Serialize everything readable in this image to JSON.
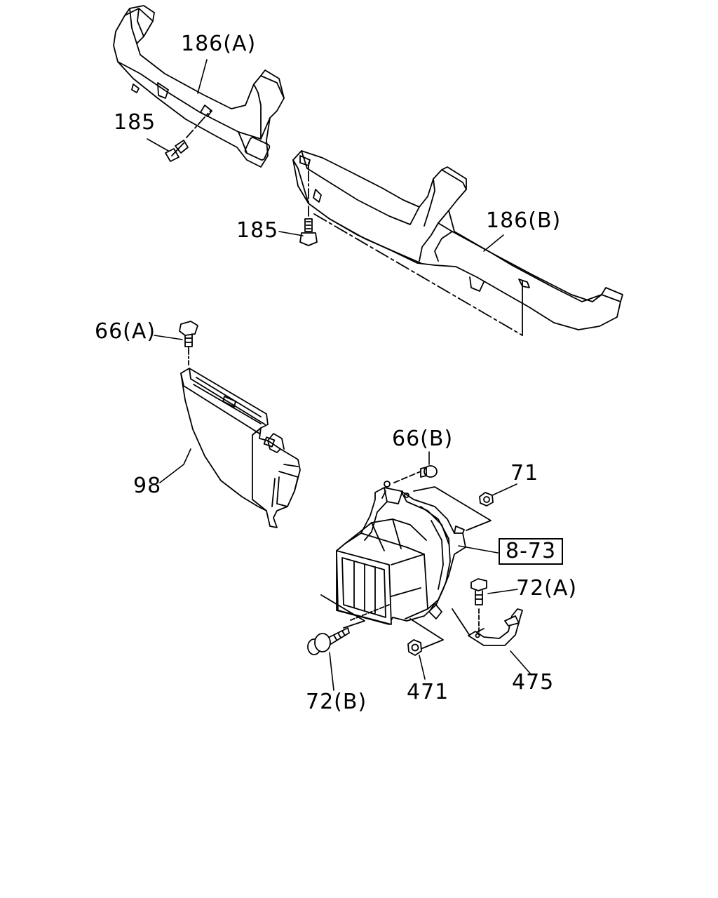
{
  "callouts": {
    "p186a": "186(A)",
    "p185_top": "185",
    "p185_mid": "185",
    "p186b": "186(B)",
    "p66a": "66(A)",
    "p98": "98",
    "p66b": "66(B)",
    "p71": "71",
    "ref_8_73": "8-73",
    "p72a": "72(A)",
    "p72b": "72(B)",
    "p471": "471",
    "p475": "475"
  },
  "icons": [
    "duct-icon",
    "bolt-icon",
    "nut-icon",
    "screw-icon",
    "blower-case-icon",
    "bracket-icon"
  ]
}
